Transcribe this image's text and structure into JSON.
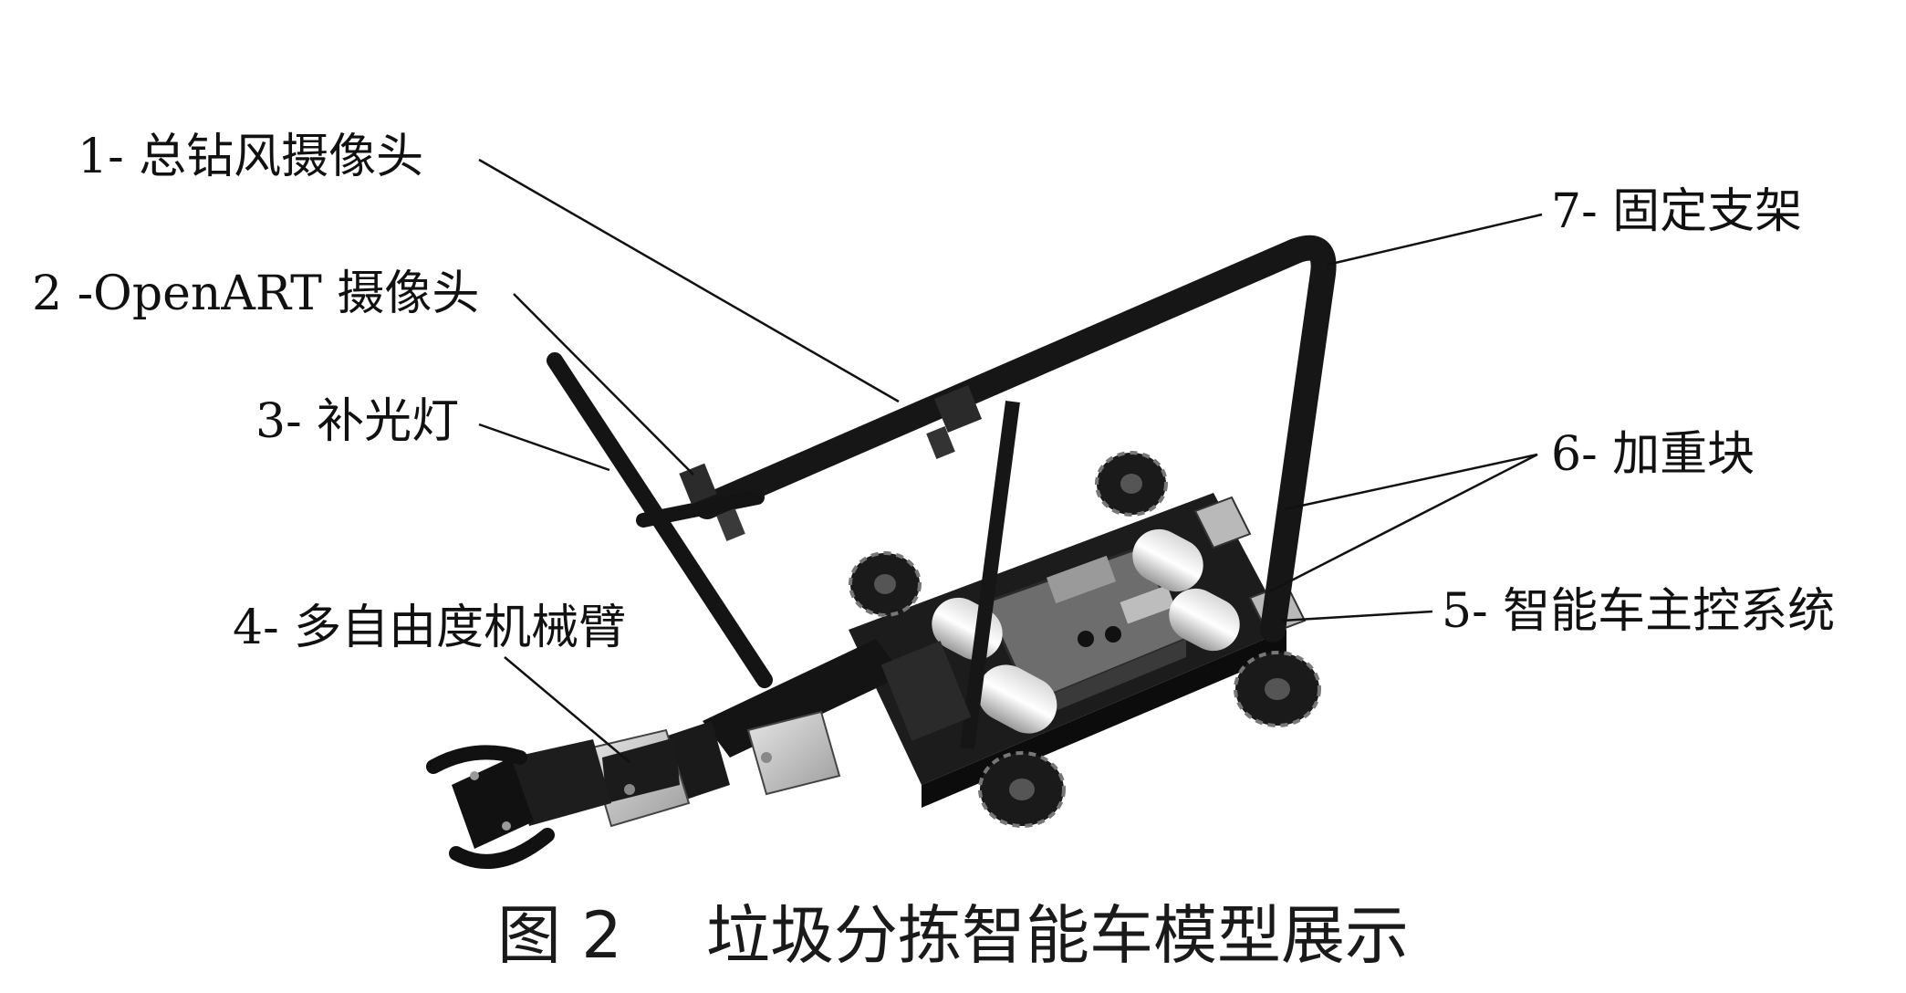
{
  "labels": {
    "mic_camera": "1- 总钻风摄像头",
    "openart_camera": "2 -OpenART 摄像头",
    "fill_light": "3- 补光灯",
    "robot_arm": "4- 多自由度机械臂",
    "main_control": "5- 智能车主控系统",
    "weight_block": "6- 加重块",
    "fixed_bracket": "7- 固定支架"
  },
  "caption": "图 2　 垃圾分拣智能车模型展示"
}
